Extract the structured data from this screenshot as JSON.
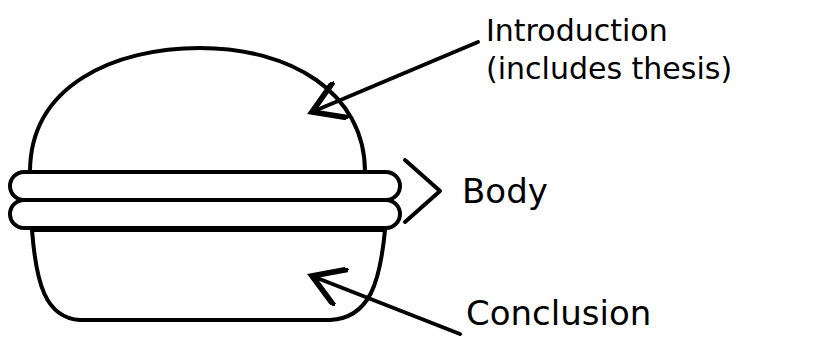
{
  "diagram": {
    "labels": [
      "Introduction (includes thesis)",
      "Body",
      "Conclusion"
    ]
  }
}
